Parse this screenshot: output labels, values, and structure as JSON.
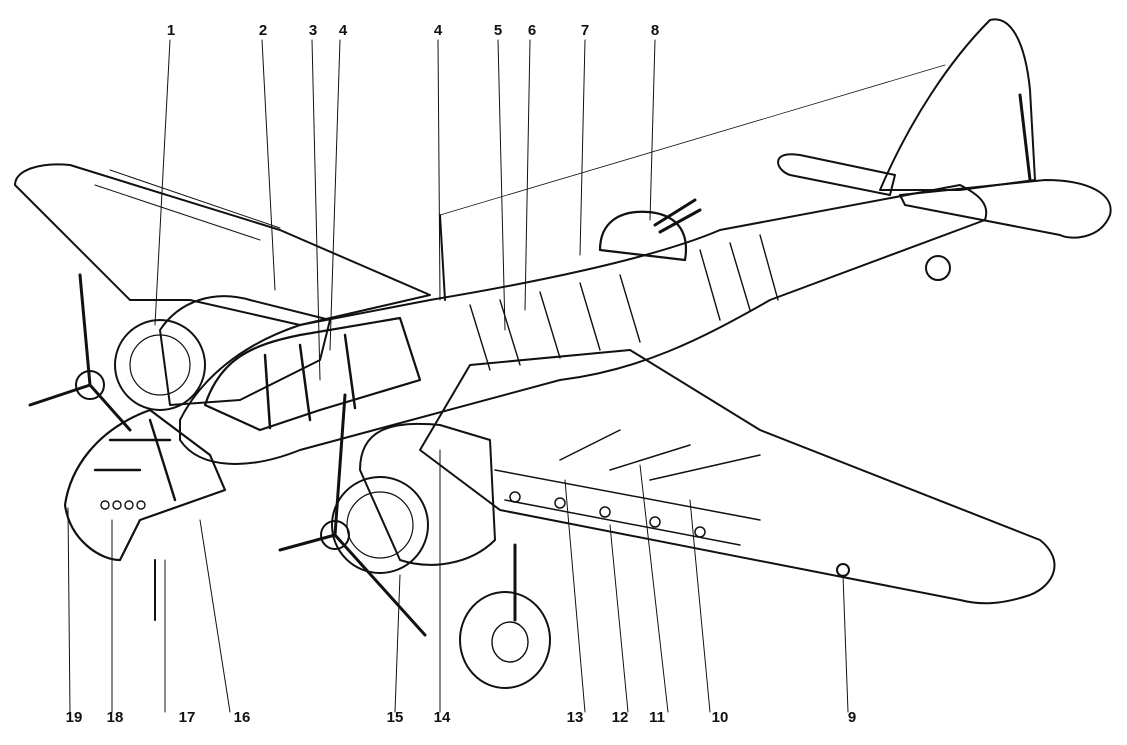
{
  "top_callouts": [
    "1",
    "2",
    "3",
    "4",
    "4",
    "5",
    "6",
    "7",
    "8"
  ],
  "bottom_callouts": [
    "19",
    "18",
    "17",
    "16",
    "15",
    "14",
    "13",
    "12",
    "11",
    "10",
    "9"
  ],
  "colors": {
    "line": "#111111",
    "background": "#ffffff"
  }
}
